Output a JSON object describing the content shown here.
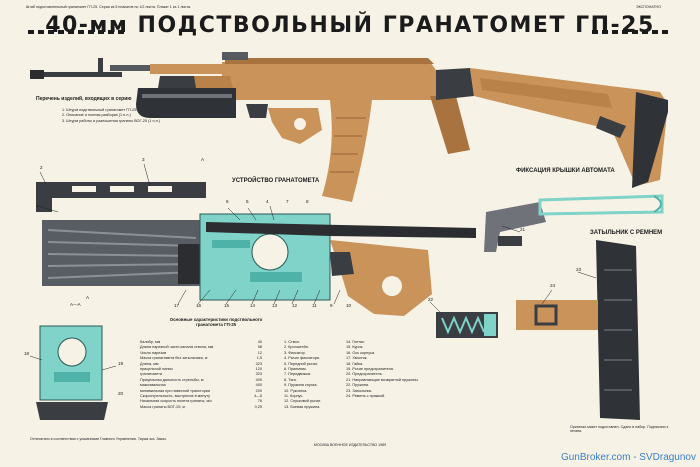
{
  "header": {
    "top_note": "Штаб подготовительный гранатомет ГП-25. Серия из 5 плакатов по 1/2 листа. Плакат 1 из 1 листа.",
    "top_right": "ЭКСПОНАТНО",
    "title": "40-мм ПОДСТВОЛЬНЫЙ ГРАНАТОМЕТ ГП-25"
  },
  "kit_list": {
    "heading": "Перечень изделий, входящих в серию",
    "items": [
      "1. Штурм подствольный гранатомет ГП-25 (1 п.л.)",
      "2. Описание и полная разборка (1 п.л.)",
      "3. Штурм работы и разношения гранаты ВОГ-25 (1 п.л.)"
    ]
  },
  "sections": {
    "device": "УСТРОЙСТВО ГРАНАТОМЕТА",
    "fixation": "ФИКСАЦИЯ КРЫШКИ АВТОМАТА",
    "buttstock": "ЗАТЫЛЬНИК С РЕМНЕМ",
    "section_aa": "А—А",
    "cut_mark": "А"
  },
  "callouts": [
    "1",
    "2",
    "3",
    "4",
    "5",
    "6",
    "7",
    "8",
    "9",
    "10",
    "11",
    "12",
    "13",
    "14",
    "15",
    "16",
    "17",
    "18",
    "19",
    "20",
    "21",
    "22",
    "23",
    "24"
  ],
  "specs": {
    "heading": "Основные характеристики подствольного гранатомета ГП-25",
    "rows": [
      [
        "Калибр, мм",
        "40"
      ],
      [
        "Длина нарезной части канала ствола, мм",
        "98"
      ],
      [
        "Число нарезов",
        "12"
      ],
      [
        "Масса гранатомета без затыльника, кг",
        "1,5"
      ],
      [
        "Длина, мм",
        "323"
      ],
      [
        "  прицельной линии",
        "120"
      ],
      [
        "  гранатомета",
        "323"
      ],
      [
        "Прицельная дальность стрельбы, м",
        "400"
      ],
      [
        "  максимальная",
        "400"
      ],
      [
        "  минимальная при навесной траектории",
        "200"
      ],
      [
        "Скорострельность, выстрелов в минуту",
        "4—5"
      ],
      [
        "Начальная скорость полета гранаты, м/с",
        "76"
      ],
      [
        "Масса гранаты ВОГ-25, кг",
        "0,25"
      ]
    ]
  },
  "parts": {
    "col1": [
      "1. Ствол.",
      "2. Кронштейн.",
      "3. Фиксатор.",
      "4. Рычаг фиксатора.",
      "5. Передний рычаг.",
      "6. Приемник.",
      "7. Передвижка.",
      "8. Тяга.",
      "9. Пружина спуска.",
      "10. Рукоятка.",
      "11. Корпус.",
      "12. Спусковой рычаг.",
      "13. Боевая пружина."
    ],
    "col2": [
      "14. Гнетик.",
      "15. Курок.",
      "16. Ось корпуса.",
      "17. Хвостик.",
      "18. Гайка.",
      "19. Рычаг предохранителя.",
      "20. Предохранитель.",
      "21. Направляющие возвратной пружины.",
      "22. Пружина.",
      "23. Затыльник.",
      "24. Ремень с пряжкой."
    ]
  },
  "footer": {
    "left_note": "Отпечатано в соответствии с указаниями Главного Управления. Тираж экз. Заказ.",
    "center": "МОСКВА ВОЕННОЕ ИЗДАТЕЛЬСТВО 1989",
    "right_note": "Оригинал-макет подготовлен. Сдано в набор. Подписано к печати."
  },
  "watermark": "GunBroker.com - SVDragunov",
  "colors": {
    "tan": "#c9935a",
    "tan_dark": "#a9733f",
    "teal": "#7fd3c8",
    "teal_dark": "#4fb2a8",
    "metal": "#3a3d42",
    "metal_mid": "#6f7278",
    "paper": "#f6f2e6"
  }
}
